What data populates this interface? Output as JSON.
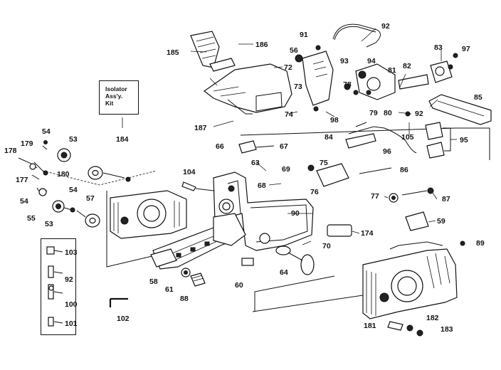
{
  "kit_box": {
    "line1": "Isolator",
    "line2": "Ass'y.",
    "line3": "Kit"
  },
  "labels": {
    "l184": "184",
    "l185": "185",
    "l186": "186",
    "l187": "187",
    "l72": "72",
    "l73": "73",
    "l74": "74",
    "l56": "56",
    "l91": "91",
    "l92a": "92",
    "l93": "93",
    "l94": "94",
    "l78": "78",
    "l79": "79",
    "l80": "80",
    "l81": "81",
    "l82": "82",
    "l83": "83",
    "l97": "97",
    "l85": "85",
    "l92b": "92",
    "l105": "105",
    "l95": "95",
    "l98": "98",
    "l84": "84",
    "l96": "96",
    "l66": "66",
    "l67": "67",
    "l63": "63",
    "l69": "69",
    "l68": "68",
    "l75": "75",
    "l76": "76",
    "l86": "86",
    "l77": "77",
    "l87": "87",
    "l104": "104",
    "l90": "90",
    "l174": "174",
    "l59": "59",
    "l89": "89",
    "l70": "70",
    "l54a": "54",
    "l53a": "53",
    "l179": "179",
    "l178": "178",
    "l177": "177",
    "l180": "180",
    "l54b": "54",
    "l55": "55",
    "l53b": "53",
    "l54c": "54",
    "l57": "57",
    "l64": "64",
    "l60": "60",
    "l58": "58",
    "l61": "61",
    "l88": "88",
    "l103": "103",
    "l92c": "92",
    "l100": "100",
    "l101": "101",
    "l102": "102",
    "l181": "181",
    "l182": "182",
    "l183": "183"
  }
}
